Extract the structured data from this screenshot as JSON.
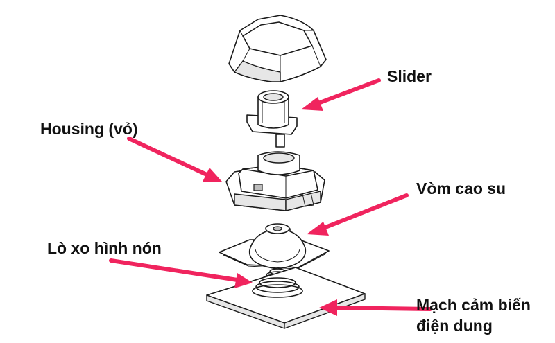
{
  "labels": {
    "slider": "Slider",
    "housing": "Housing (vỏ)",
    "dome": "Vòm cao su",
    "spring": "Lò xo hình nón",
    "pcb_line1": "Mạch cảm biến",
    "pcb_line2": "điện dung"
  },
  "colors": {
    "arrow": "#f0245e",
    "line_art": "#1a1a1a",
    "background": "#ffffff"
  }
}
